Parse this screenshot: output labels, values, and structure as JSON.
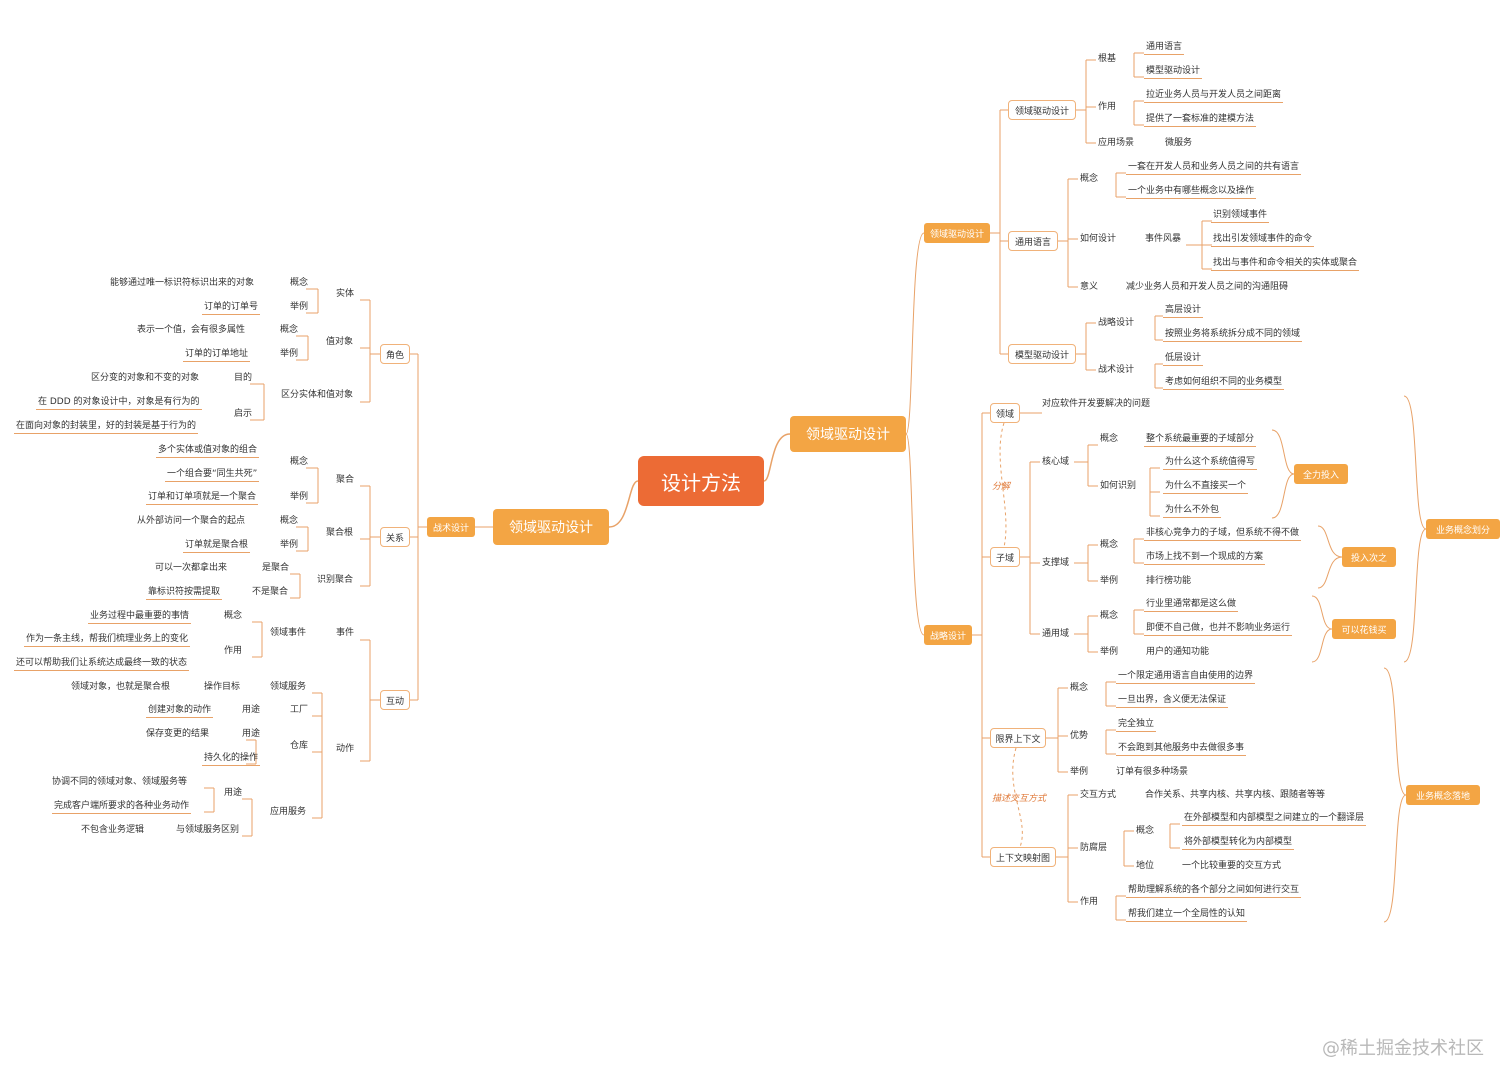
{
  "root": "设计方法",
  "right": {
    "main": "领域驱动设计",
    "top_branch": {
      "label": "领域驱动设计",
      "ddd": {
        "label": "领域驱动设计",
        "root_base": {
          "label": "根基",
          "items": [
            "通用语言",
            "模型驱动设计"
          ]
        },
        "effect": {
          "label": "作用",
          "items": [
            "拉近业务人员与开发人员之间距离",
            "提供了一套标准的建模方法"
          ]
        },
        "scene": {
          "label": "应用场景",
          "value": "微服务"
        }
      },
      "ul": {
        "label": "通用语言",
        "concept": {
          "label": "概念",
          "items": [
            "一套在开发人员和业务人员之间的共有语言",
            "一个业务中有哪些概念以及操作"
          ]
        },
        "howto": {
          "label": "如何设计",
          "storm": "事件风暴",
          "items": [
            "识别领域事件",
            "找出引发领域事件的命令",
            "找出与事件和命令相关的实体或聚合"
          ]
        },
        "meaning": {
          "label": "意义",
          "value": "减少业务人员和开发人员之间的沟通阻碍"
        }
      },
      "md": {
        "label": "模型驱动设计",
        "strategic": {
          "label": "战略设计",
          "items": [
            "高层设计",
            "按照业务将系统拆分成不同的领域"
          ]
        },
        "tactical": {
          "label": "战术设计",
          "items": [
            "低层设计",
            "考虑如何组织不同的业务模型"
          ]
        }
      }
    },
    "bottom_branch": {
      "label": "战略设计",
      "domain": {
        "label": "领域",
        "value": "对应软件开发要解决的问题"
      },
      "split": "分解",
      "sub": {
        "label": "子域",
        "core": {
          "label": "核心域",
          "concept_label": "概念",
          "concept": "整个系统最重要的子域部分",
          "identify_label": "如何识别",
          "identify": [
            "为什么这个系统值得写",
            "为什么不直接买一个",
            "为什么不外包"
          ],
          "tag": "全力投入"
        },
        "support": {
          "label": "支撑域",
          "concept_label": "概念",
          "concept": [
            "非核心竞争力的子域，但系统不得不做",
            "市场上找不到一个现成的方案"
          ],
          "example_label": "举例",
          "example": "排行榜功能",
          "tag": "投入次之"
        },
        "generic": {
          "label": "通用域",
          "concept_label": "概念",
          "concept": [
            "行业里通常都是这么做",
            "即便不自己做，也并不影响业务运行"
          ],
          "example_label": "举例",
          "example": "用户的通知功能",
          "tag": "可以花钱买"
        }
      },
      "bc": {
        "label": "限界上下文",
        "concept": {
          "label": "概念",
          "items": [
            "一个限定通用语言自由使用的边界",
            "一旦出界，含义便无法保证"
          ]
        },
        "pros": {
          "label": "优势",
          "items": [
            "完全独立",
            "不会跑到其他服务中去做很多事"
          ]
        },
        "example": {
          "label": "举例",
          "value": "订单有很多种场景"
        }
      },
      "describe": "描述交互方式",
      "cm": {
        "label": "上下文映射图",
        "interact": {
          "label": "交互方式",
          "value": "合作关系、共享内核、共享内核、跟随者等等"
        },
        "acl": {
          "label": "防腐层",
          "concept_label": "概念",
          "concept": [
            "在外部模型和内部模型之间建立的一个翻译层",
            "将外部模型转化为内部模型"
          ],
          "status_label": "地位",
          "status": "一个比较重要的交互方式"
        },
        "effect": {
          "label": "作用",
          "items": [
            "帮助理解系统的各个部分之间如何进行交互",
            "帮我们建立一个全局性的认知"
          ]
        }
      },
      "brace1": "业务概念划分",
      "brace2": "业务概念落地"
    }
  },
  "left": {
    "main": "领域驱动设计",
    "tactical": "战术设计",
    "role": {
      "label": "角色",
      "entity": {
        "label": "实体",
        "concept_label": "概念",
        "concept": "能够通过唯一标识符标识出来的对象",
        "example_label": "举例",
        "example": "订单的订单号"
      },
      "vo": {
        "label": "值对象",
        "concept_label": "概念",
        "concept": "表示一个值，会有很多属性",
        "example_label": "举例",
        "example": "订单的订单地址"
      },
      "diff": {
        "label": "区分实体和值对象",
        "goal_label": "目的",
        "goal": "区分变的对象和不变的对象",
        "hint_label": "启示",
        "hint": [
          "在 DDD 的对象设计中，对象是有行为的",
          "在面向对象的封装里，好的封装是基于行为的"
        ]
      }
    },
    "relation": {
      "label": "关系",
      "agg": {
        "label": "聚合",
        "concept_label": "概念",
        "concept": [
          "多个实体或值对象的组合",
          "一个组合要“同生共死”"
        ],
        "example_label": "举例",
        "example": "订单和订单项就是一个聚合"
      },
      "root": {
        "label": "聚合根",
        "concept_label": "概念",
        "concept": "从外部访问一个聚合的起点",
        "example_label": "举例",
        "example": "订单就是聚合根"
      },
      "identify": {
        "label": "识别聚合",
        "yes_label": "是聚合",
        "yes": "可以一次都拿出来",
        "no_label": "不是聚合",
        "no": "靠标识符按需提取"
      }
    },
    "interact": {
      "label": "互动",
      "event": {
        "label": "事件",
        "domain_event": "领域事件",
        "concept_label": "概念",
        "concept": "业务过程中最重要的事情",
        "effect_label": "作用",
        "effect": [
          "作为一条主线，帮我们梳理业务上的变化",
          "还可以帮助我们让系统达成最终一致的状态"
        ]
      },
      "action": {
        "label": "动作",
        "ds": {
          "label": "领域服务",
          "target_label": "操作目标",
          "target": "领域对象，也就是聚合根"
        },
        "factory": {
          "label": "工厂",
          "use_label": "用途",
          "use": "创建对象的动作"
        },
        "repo": {
          "label": "仓库",
          "use_label": "用途",
          "use": [
            "保存变更的结果",
            "持久化的操作"
          ]
        },
        "app": {
          "label": "应用服务",
          "use_label": "用途",
          "use": [
            "协调不同的领域对象、领域服务等",
            "完成客户端所要求的各种业务动作"
          ],
          "diff_label": "与领域服务区别",
          "diff": "不包含业务逻辑"
        }
      }
    }
  },
  "watermark": "@稀土掘金技术社区",
  "colors": {
    "root": "#ec6b35",
    "main": "#f3a544",
    "line": "#e8a268"
  }
}
